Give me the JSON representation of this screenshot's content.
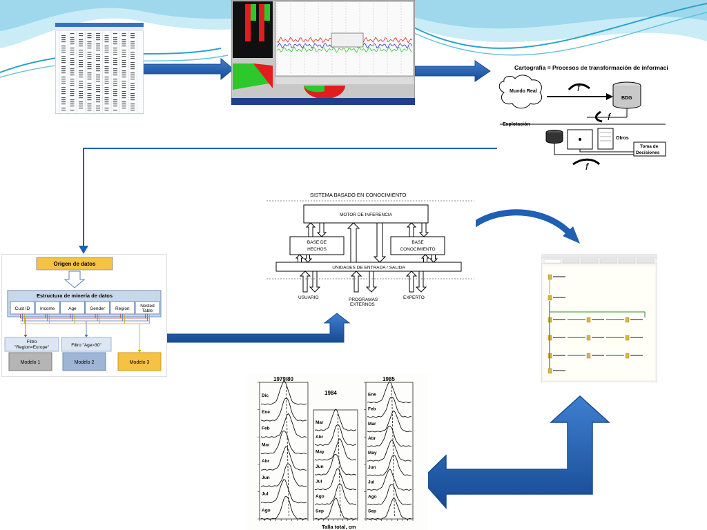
{
  "flow_steps": [
    "spreadsheet",
    "monitoring-screen",
    "cartography-diagram",
    "mining-structure",
    "knowledge-system",
    "workflow-screen",
    "fish-length-charts"
  ],
  "colors": {
    "arrow_blue": "#1f5fb4",
    "arrow_dark": "#184c96",
    "wave_light": "#9fd8ec",
    "wave_dark": "#2aa3c9",
    "origin_fill": "#f6c244",
    "model3_fill": "#f6c244",
    "model_gray": "#b5b5b5",
    "model_blue": "#9eb5d6",
    "filter_fill": "#dde6f3",
    "struct_fill": "#c9d7ea"
  },
  "cartography": {
    "title": "Cartografía = Procesos de transformación de información",
    "mundo_real": "Mundo Real",
    "f": "f",
    "bdg": "BDG",
    "explotacion": "Explotación",
    "otros": "Otros",
    "toma_decisiones_1": "Toma de",
    "toma_decisiones_2": "Decisiones"
  },
  "mining": {
    "origen": "Origen de datos",
    "estructura": "Estructura de minería de datos",
    "columns": [
      "Cust ID",
      "Income",
      "Age",
      "Gender",
      "Region",
      "Nested Table"
    ],
    "filtro1_line1": "Filtro",
    "filtro1_line2": "\"Region=Europe\"",
    "filtro2": "Filtro \"Age>30\"",
    "modelo1": "Modelo 1",
    "modelo2": "Modelo 2",
    "modelo3": "Modelo 3"
  },
  "kbs": {
    "title": "SISTEMA BASADO EN CONOCIMIENTO",
    "motor": "MOTOR DE INFERENCIA",
    "base_hechos_1": "BASE DE",
    "base_hechos_2": "HECHOS",
    "base_con_1": "BASE",
    "base_con_2": "CONOCIMIENTO",
    "unidades": "UNIDADES DE ENTRADA / SALIDA",
    "usuario": "USUARIO",
    "programas_1": "PROGRAMAS",
    "programas_2": "EXTERNOS",
    "experto": "EXPERTO"
  },
  "fish": {
    "title_1": "1979/80",
    "title_2": "1984",
    "title_3": "1985",
    "xlabel": "Talla total, cm",
    "months_1": [
      "Dic",
      "Ene",
      "Feb",
      "Mar",
      "Abr",
      "Jun",
      "Jul",
      "Ago"
    ],
    "months_2": [
      "Mar",
      "Abr",
      "May",
      "Jun",
      "Jul",
      "Ago",
      "Sep"
    ],
    "months_3": [
      "Ene",
      "Feb",
      "Mar",
      "Abr",
      "May",
      "Jun",
      "Jul",
      "Ago",
      "Sep"
    ]
  }
}
